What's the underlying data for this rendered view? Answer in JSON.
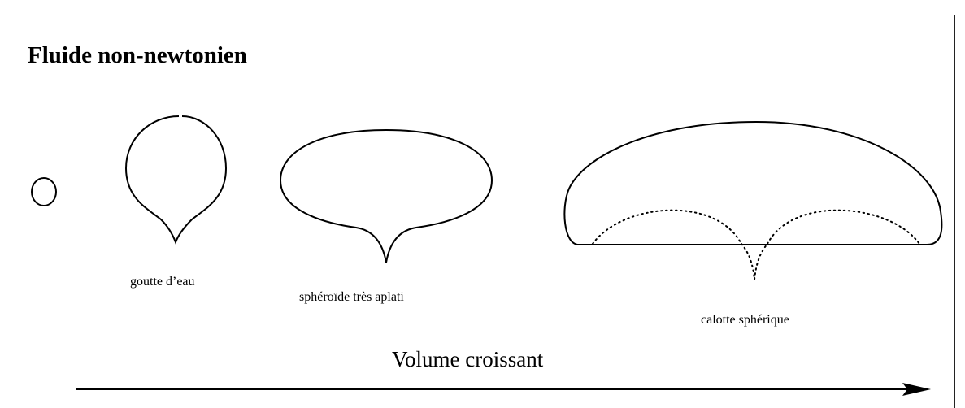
{
  "title": "Fluide non-newtonien",
  "shapes": {
    "goutte": "goutte d’eau",
    "spheroide": "sphéroïde très aplati",
    "calotte": "calotte sphérique"
  },
  "axis": {
    "label": "Volume croissant"
  }
}
